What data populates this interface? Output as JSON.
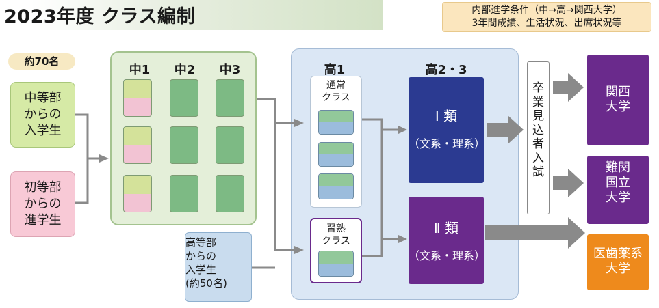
{
  "title": "2023年度 クラス編制",
  "condition": {
    "line1": "内部進学条件（中→高→関西大学）",
    "line2": "3年間成績、生活状況、出席状況等"
  },
  "approx_70": "約70名",
  "sources": {
    "chutoubu": [
      "中等部",
      "からの",
      "入学生"
    ],
    "shotoubu": [
      "初等部",
      "からの",
      "進学生"
    ],
    "koutoubu": [
      "高等部",
      "からの",
      "入学生",
      "(約50名)"
    ]
  },
  "middle_school": {
    "columns": [
      "中1",
      "中2",
      "中3"
    ],
    "colors": {
      "green": "#7dba84",
      "yellow_green": "#d4e29a",
      "pink": "#f2c3d3"
    }
  },
  "high_school": {
    "columns": [
      "高1",
      "高2・3"
    ],
    "regular_class": [
      "通常",
      "クラス"
    ],
    "mastery_class": [
      "習熟",
      "クラス"
    ],
    "class_1": {
      "name": "Ⅰ 類",
      "sub": "（文系・理系）",
      "color": "#2b3a91"
    },
    "class_2": {
      "name": "Ⅱ 類",
      "sub": "（文系・理系）",
      "color": "#6a2a8c"
    }
  },
  "graduation_exam": [
    "卒",
    "業",
    "見",
    "込",
    "者",
    "入",
    "試"
  ],
  "universities": {
    "kansai": [
      "関西",
      "大学"
    ],
    "nankan": [
      "難関",
      "国立",
      "大学"
    ],
    "medical": [
      "医歯薬系",
      "大学"
    ]
  }
}
